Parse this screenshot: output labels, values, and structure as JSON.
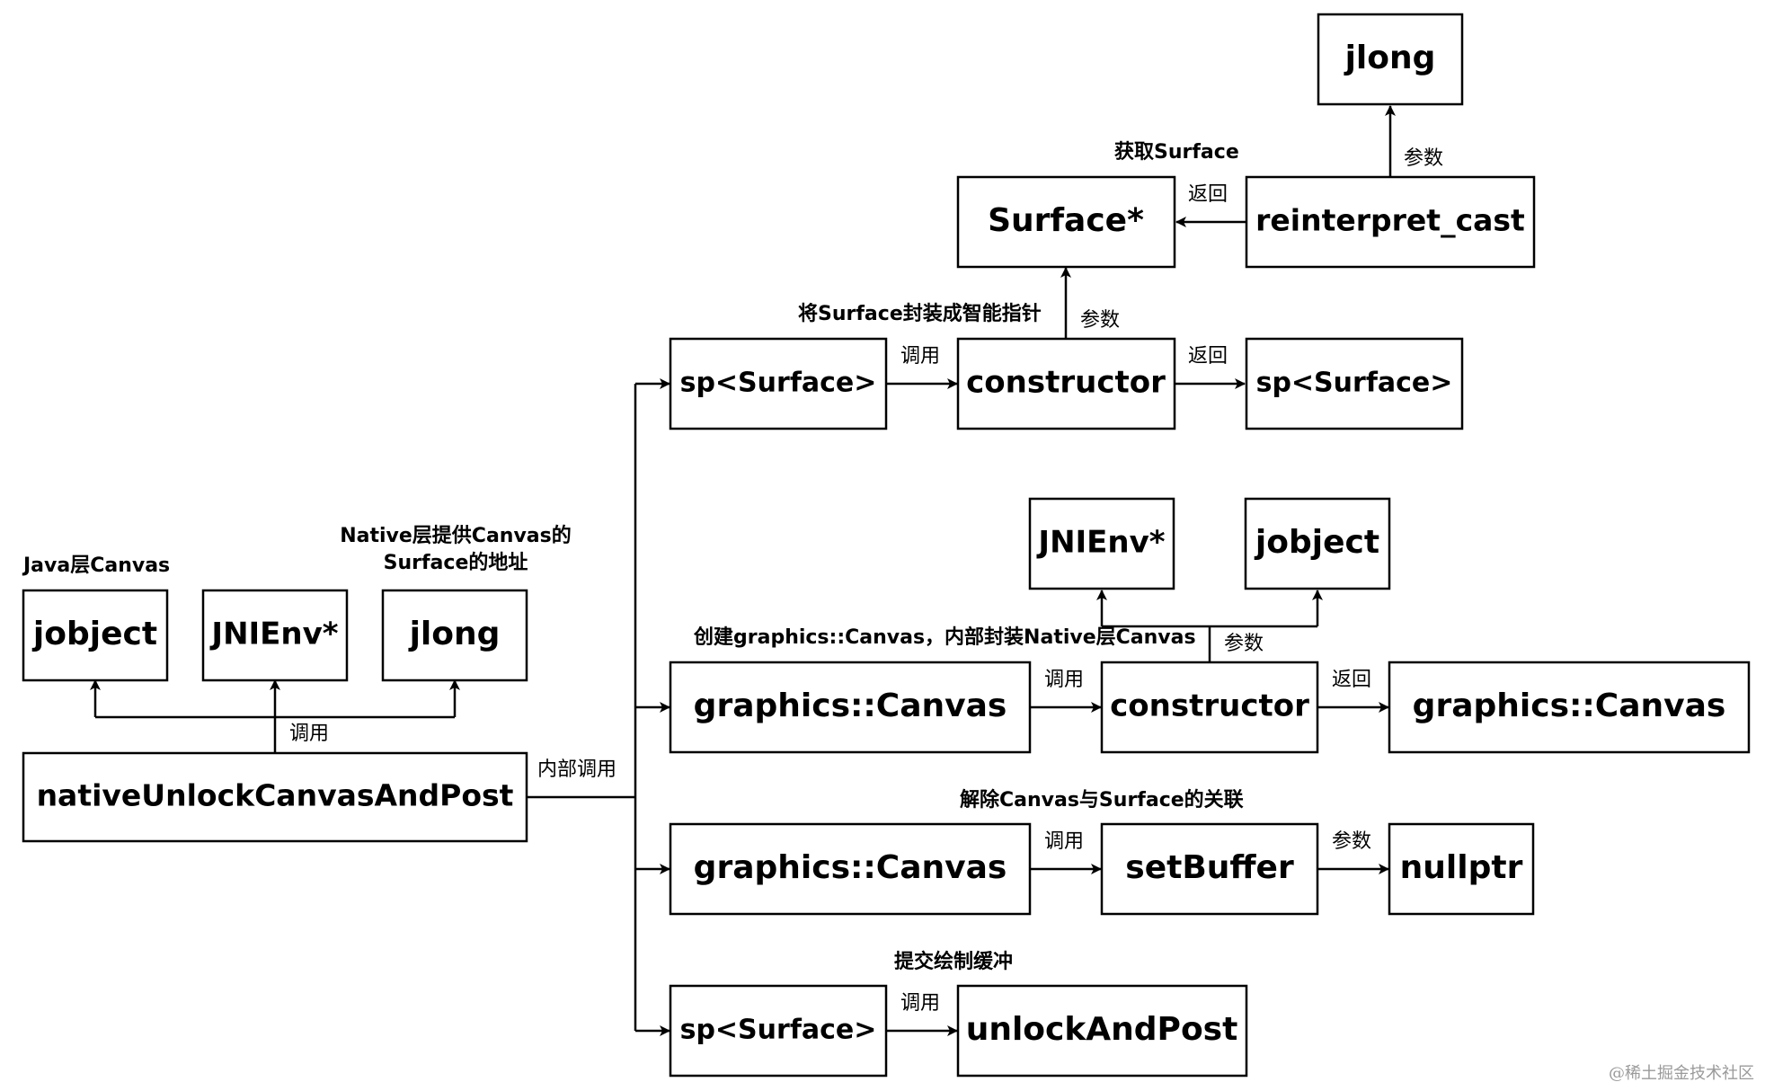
{
  "nodes": {
    "root": "nativeUnlockCanvasAndPost",
    "root_jobject": "jobject",
    "root_jnienv": "JNIEnv*",
    "root_jlong": "jlong",
    "sp_surface_1": "sp<Surface>",
    "constructor_1": "constructor",
    "sp_surface_result": "sp<Surface>",
    "surface_ptr": "Surface*",
    "reinterpret_cast": "reinterpret_cast",
    "jlong_top": "jlong",
    "canvas_1": "graphics::Canvas",
    "constructor_2": "constructor",
    "canvas_result": "graphics::Canvas",
    "jnienv_2": "JNIEnv*",
    "jobject_2": "jobject",
    "canvas_2": "graphics::Canvas",
    "set_buffer": "setBuffer",
    "nullptr": "nullptr",
    "sp_surface_2": "sp<Surface>",
    "unlock_and_post": "unlockAndPost"
  },
  "annotations": {
    "java_canvas": "Java层Canvas",
    "native_surface_line1": "Native层提供Canvas的",
    "native_surface_line2": "Surface的地址",
    "get_surface": "获取Surface",
    "wrap_smart_pointer": "将Surface封装成智能指针",
    "create_canvas": "创建graphics::Canvas，内部封装Native层Canvas",
    "detach_canvas": "解除Canvas与Surface的关联",
    "submit_buffer": "提交绘制缓冲"
  },
  "edge_labels": {
    "root_call": "调用",
    "internal_call": "内部调用",
    "call_constructor_1": "调用",
    "return_sp": "返回",
    "param_surface": "参数",
    "return_surface": "返回",
    "param_jlong": "参数",
    "call_constructor_2": "调用",
    "return_canvas": "返回",
    "param_env_obj": "参数",
    "call_set_buffer": "调用",
    "param_nullptr": "参数",
    "call_unlock": "调用"
  },
  "watermark": "@稀土掘金技术社区"
}
